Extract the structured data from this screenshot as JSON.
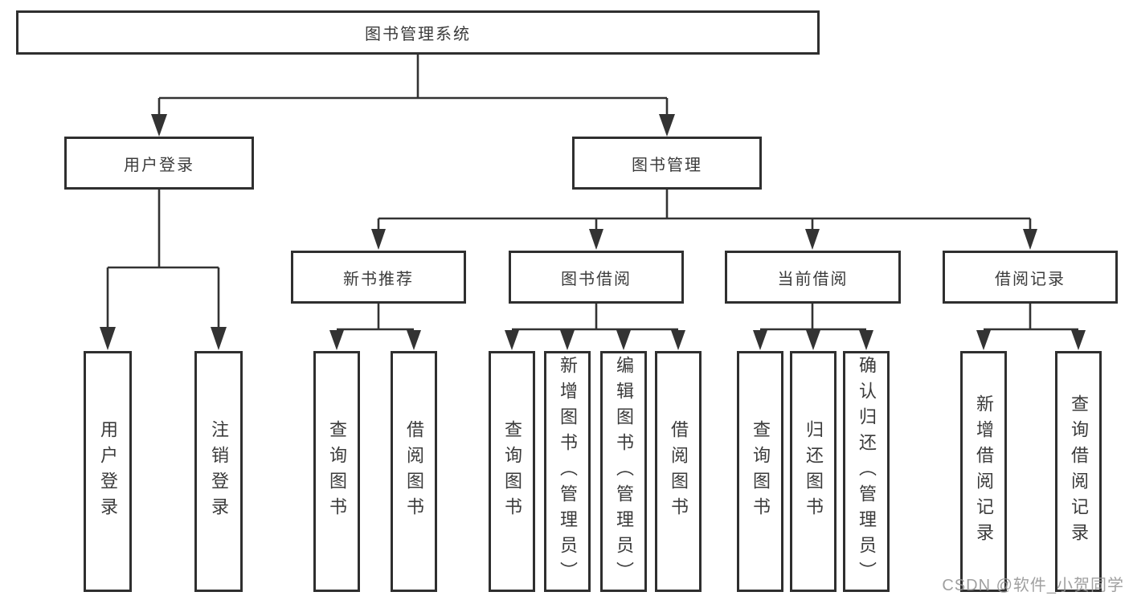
{
  "nodes": {
    "root": {
      "label": "图书管理系统"
    },
    "user_login": {
      "label": "用户登录"
    },
    "book_mgmt": {
      "label": "图书管理"
    },
    "new_book_rec": {
      "label": "新书推荐"
    },
    "book_borrow": {
      "label": "图书借阅"
    },
    "current_borrow": {
      "label": "当前借阅"
    },
    "borrow_record": {
      "label": "借阅记录"
    }
  },
  "leaves": {
    "user_login": [
      "用户登录",
      "注销登录"
    ],
    "new_book_rec": [
      "查询图书",
      "借阅图书"
    ],
    "book_borrow": [
      "查询图书",
      "新增图书（管理员）",
      "编辑图书（管理员）",
      "借阅图书"
    ],
    "current_borrow": [
      "查询图书",
      "归还图书",
      "确认归还（管理员）"
    ],
    "borrow_record": [
      "新增借阅记录",
      "查询借阅记录"
    ]
  },
  "watermark": "CSDN @软件_小贺同学",
  "colors": {
    "line": "#333333",
    "box_border": "#2f2f2f",
    "text": "#3b3b3b",
    "background": "#ffffff",
    "watermark": "#969696"
  }
}
